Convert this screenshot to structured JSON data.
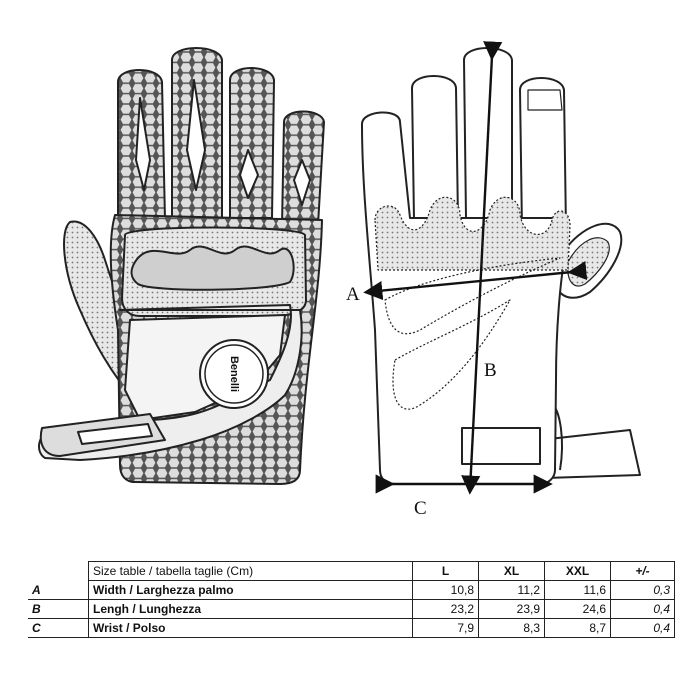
{
  "brand_logo": "Benelli",
  "dimension_labels": {
    "a": "A",
    "b": "B",
    "c": "C"
  },
  "size_table": {
    "header": {
      "title": "Size table / tabella taglie (Cm)",
      "sizes": [
        "L",
        "XL",
        "XXL"
      ],
      "tolerance": "+/-"
    },
    "rows": [
      {
        "key": "A",
        "label": "Width / Larghezza palmo",
        "values": [
          "10,8",
          "11,2",
          "11,6"
        ],
        "tolerance": "0,3"
      },
      {
        "key": "B",
        "label": "Lengh / Lunghezza",
        "values": [
          "23,2",
          "23,9",
          "24,6"
        ],
        "tolerance": "0,4"
      },
      {
        "key": "C",
        "label": "Wrist / Polso",
        "values": [
          "7,9",
          "8,3",
          "8,7"
        ],
        "tolerance": "0,4"
      }
    ]
  }
}
